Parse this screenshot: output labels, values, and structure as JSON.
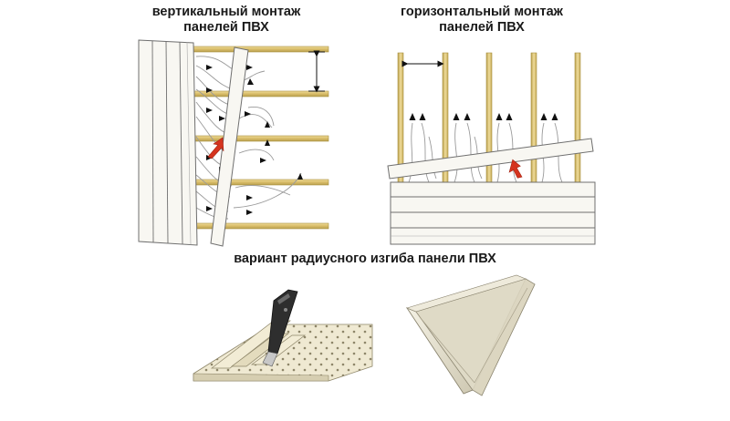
{
  "captions": {
    "vertical": {
      "line1": "вертикальный монтаж",
      "line2": "панелей ПВХ"
    },
    "horizontal": {
      "line1": "горизонтальный монтаж",
      "line2": "панелей ПВХ"
    },
    "bend": "вариант радиусного изгиба панели ПВХ"
  },
  "colors": {
    "batten": "#dcc172",
    "batten_edge": "#b49a46",
    "panel": "#f7f6f1",
    "panel_edge": "#7a7a7a",
    "arrow_air": "#111111",
    "arrow_insert": "#d5341f",
    "bend_panel": "#e6e2d1"
  }
}
